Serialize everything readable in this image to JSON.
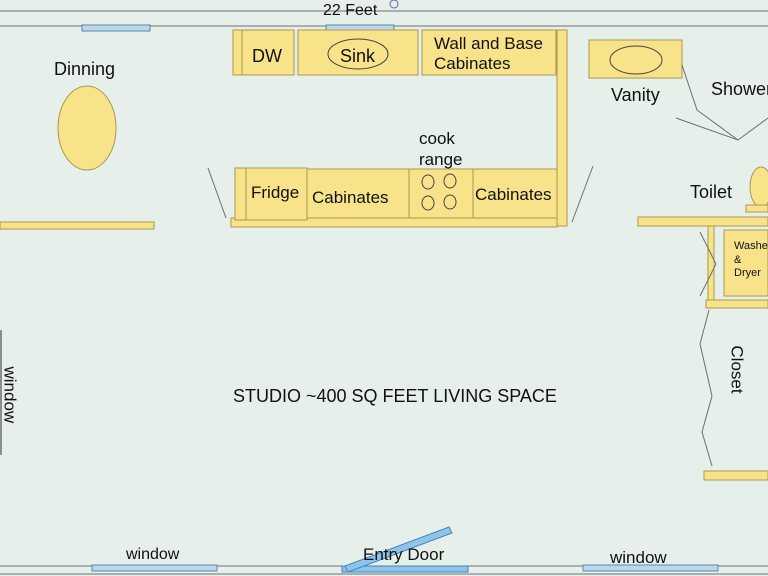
{
  "plan": {
    "dimension_label": "22 Feet",
    "center_label": "STUDIO ~400 SQ FEET LIVING SPACE",
    "rooms": {
      "dining": "Dinning",
      "dishwasher": "DW",
      "sink": "Sink",
      "wall_base_cabinets": [
        "Wall and Base",
        "Cabinates"
      ],
      "vanity": "Vanity",
      "shower": "Shower",
      "cook_range": [
        "cook",
        "range"
      ],
      "fridge": "Fridge",
      "cabinets_left": "Cabinates",
      "cabinets_right": "Cabinates",
      "toilet": "Toilet",
      "washer_dryer": [
        "Washer",
        "&",
        "Dryer"
      ],
      "closet": "Closet"
    },
    "openings": {
      "window_left": "window",
      "window_bottom_left": "window",
      "window_bottom_right": "window",
      "entry_door": "Entry Door"
    }
  },
  "colors": {
    "background": "#e6efea",
    "fixture_fill": "#f8e38a",
    "fixture_stroke": "#a89a4c",
    "wall_line": "#6d6d6d",
    "window_fill": "#b9d8ee",
    "window_stroke": "#5f87a4",
    "door_fill": "#8ec4ea",
    "door_stroke": "#3e86b9"
  }
}
